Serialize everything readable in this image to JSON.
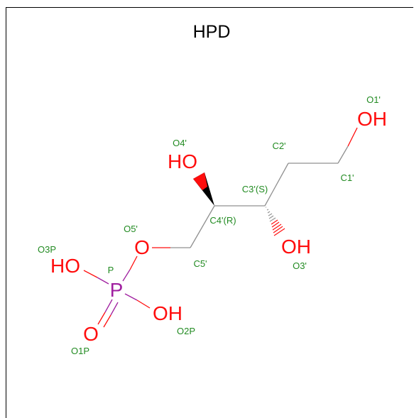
{
  "title": "HPD",
  "colors": {
    "oxygen": "#ff0d0d",
    "phosphorus": "#a020a0",
    "carbon_bond": "#909090",
    "atom_name": "#228b22",
    "title": "#000000"
  },
  "atoms": {
    "o1p_terminal": "OH",
    "o4p_hydroxyl": "HO",
    "o3p_hydroxyl": "OH",
    "o5p_ester": "O",
    "o3p_phos_hydroxyl": "HO",
    "phosphorus": "P",
    "o2p_phos_hydroxyl": "OH",
    "o1p_phos_double": "O"
  },
  "atom_names": {
    "o1_prime": "O1'",
    "c1_prime": "C1'",
    "c2_prime": "C2'",
    "o4_prime": "O4'",
    "c3_prime": "C3'(S)",
    "c4_prime": "C4'(R)",
    "o5_prime": "O5'",
    "c5_prime": "C5'",
    "o3_prime": "O3'",
    "o3p": "O3P",
    "p": "P",
    "o2p": "O2P",
    "o1p": "O1P"
  }
}
